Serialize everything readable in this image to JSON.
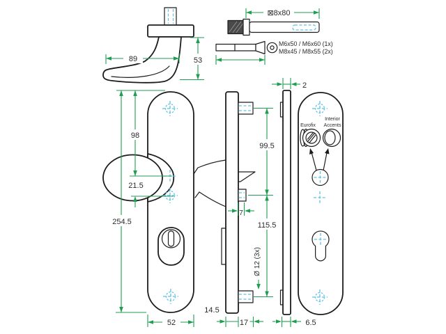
{
  "views": {
    "handle": {
      "width": "89",
      "height": "53"
    },
    "spindle_bolt": {
      "size": "⊠8x80"
    },
    "screws": {
      "option1": "M6x50 / M6x60 (1x)",
      "option2": "M8x45 / M8x55 (2x)"
    },
    "exterior_plate": {
      "hole_spacing": "98",
      "handle_offset": "21.5",
      "length": "254.5",
      "width": "52"
    },
    "profile": {
      "upper_spacing": "99.5",
      "stud_length": "7",
      "lower_spacing": "115.5",
      "hole_diameter": "Ø 12 (3x)",
      "body_depth": "14.5",
      "total_depth": "17"
    },
    "backplate": {
      "thickness": "2",
      "total_depth": "6.5"
    },
    "interior_plate": {
      "adapter_left": "Eurofix",
      "adapter_right_line1": "Interior",
      "adapter_right_line2": "Accents"
    }
  },
  "colors": {
    "line": "#1c1c1c",
    "dimension": "#1f9e50",
    "center_mark": "#62c0e3"
  }
}
